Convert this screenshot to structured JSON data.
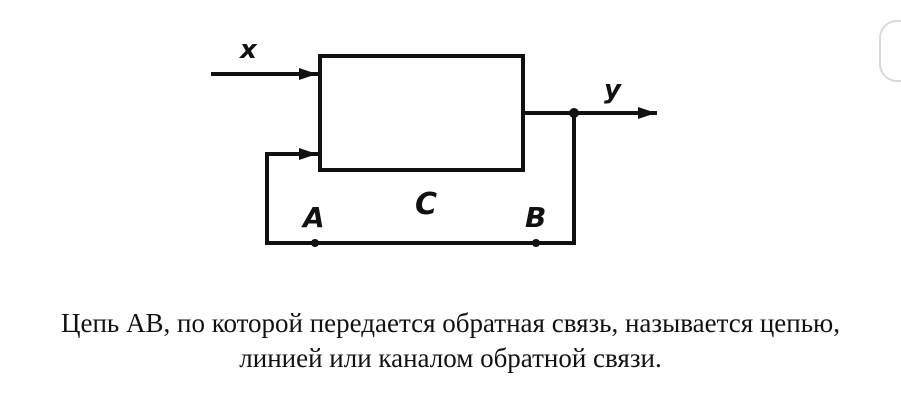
{
  "diagram": {
    "input_label": "x",
    "output_label": "y",
    "block_label": "C",
    "point_a_label": "A",
    "point_b_label": "B"
  },
  "caption": {
    "line1": "Цепь AB, по которой передается обратная связь, называется цепью,",
    "line2": "линией или каналом обратной связи."
  }
}
